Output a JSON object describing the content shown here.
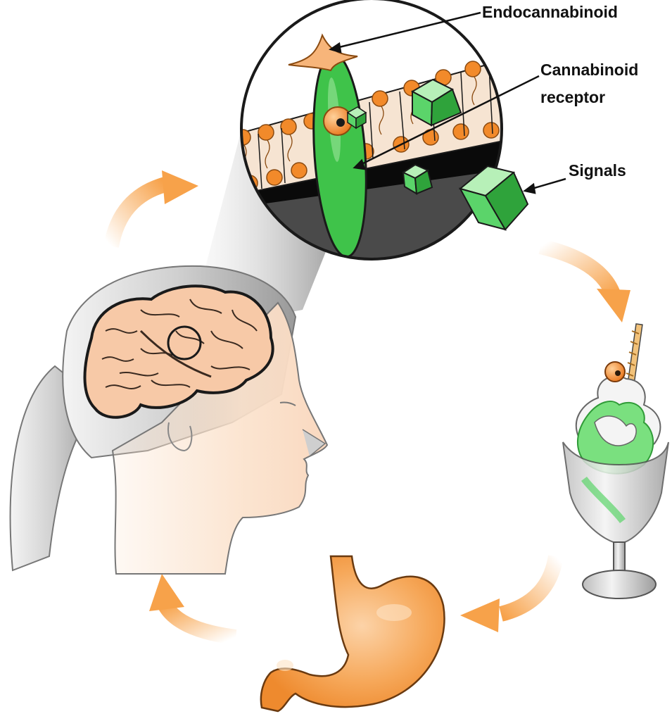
{
  "labels": {
    "endocannabinoid": "Endocannabinoid",
    "cannabinoid_receptor_line1": "Cannabinoid",
    "cannabinoid_receptor_line2": "receptor",
    "signals": "Signals"
  },
  "colors": {
    "arrow_orange": "#f7a24a",
    "skin": "#fbe2cc",
    "brain": "#f7c9a7",
    "lipid_orange": "#f28a2a",
    "receptor_green": "#3fc34a",
    "signal_green": "#5bd46a",
    "stomach_orange": "#f49a43",
    "hair_gray": "#bdbdbd"
  }
}
